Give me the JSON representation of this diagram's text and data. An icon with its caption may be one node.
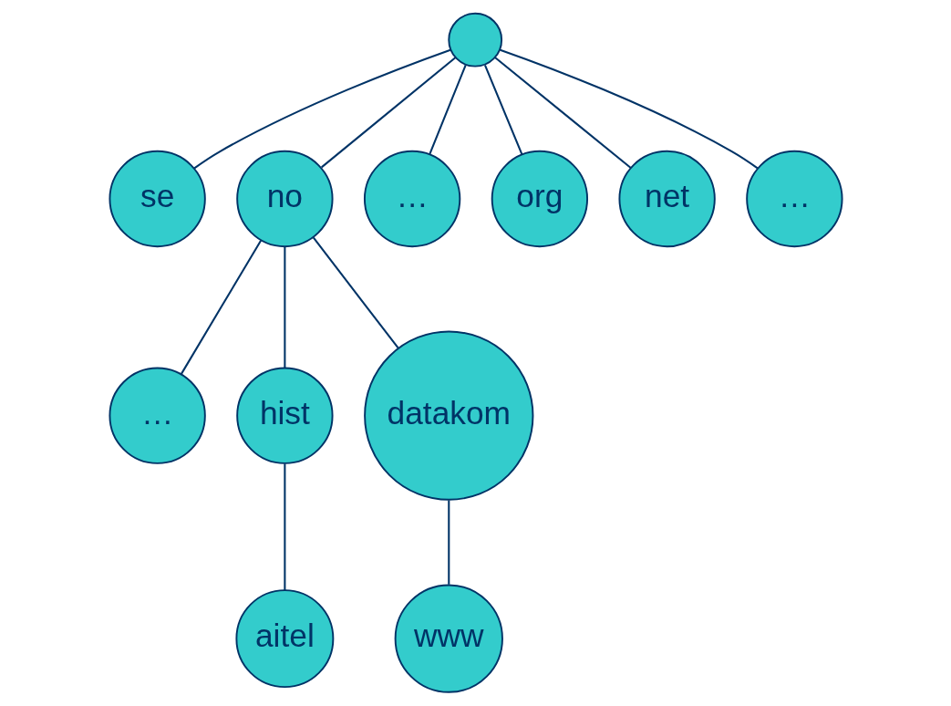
{
  "diagram": {
    "nodes": [
      {
        "text": [],
        "shape": "circle"
      },
      {
        "text": [
          "se"
        ]
      },
      {
        "text": [
          "no"
        ]
      },
      {
        "text": [
          "…"
        ]
      },
      {
        "text": [
          "org"
        ]
      },
      {
        "text": [
          "net"
        ]
      },
      {
        "text": [
          "…"
        ]
      },
      {
        "text": [
          "…"
        ]
      },
      {
        "text": [
          "hist"
        ]
      },
      {
        "text": [
          "datakom"
        ]
      },
      {
        "text": [
          "aitel"
        ]
      },
      {
        "text": [
          "www"
        ]
      }
    ],
    "edges": [
      {
        "from": 0,
        "to": 1,
        "arrow": "none"
      },
      {
        "from": 0,
        "to": 2,
        "arrow": "none"
      },
      {
        "from": 0,
        "to": 3,
        "arrow": "none"
      },
      {
        "from": 0,
        "to": 4,
        "arrow": "none"
      },
      {
        "from": 0,
        "to": 5,
        "arrow": "none"
      },
      {
        "from": 0,
        "to": 6,
        "arrow": "none"
      },
      {
        "from": 2,
        "to": 7,
        "arrow": "none"
      },
      {
        "from": 2,
        "to": 8,
        "arrow": "none"
      },
      {
        "from": 2,
        "to": 9,
        "arrow": "none"
      },
      {
        "from": 8,
        "to": 10,
        "arrow": "none"
      },
      {
        "from": 9,
        "to": 11,
        "arrow": "none"
      }
    ]
  }
}
